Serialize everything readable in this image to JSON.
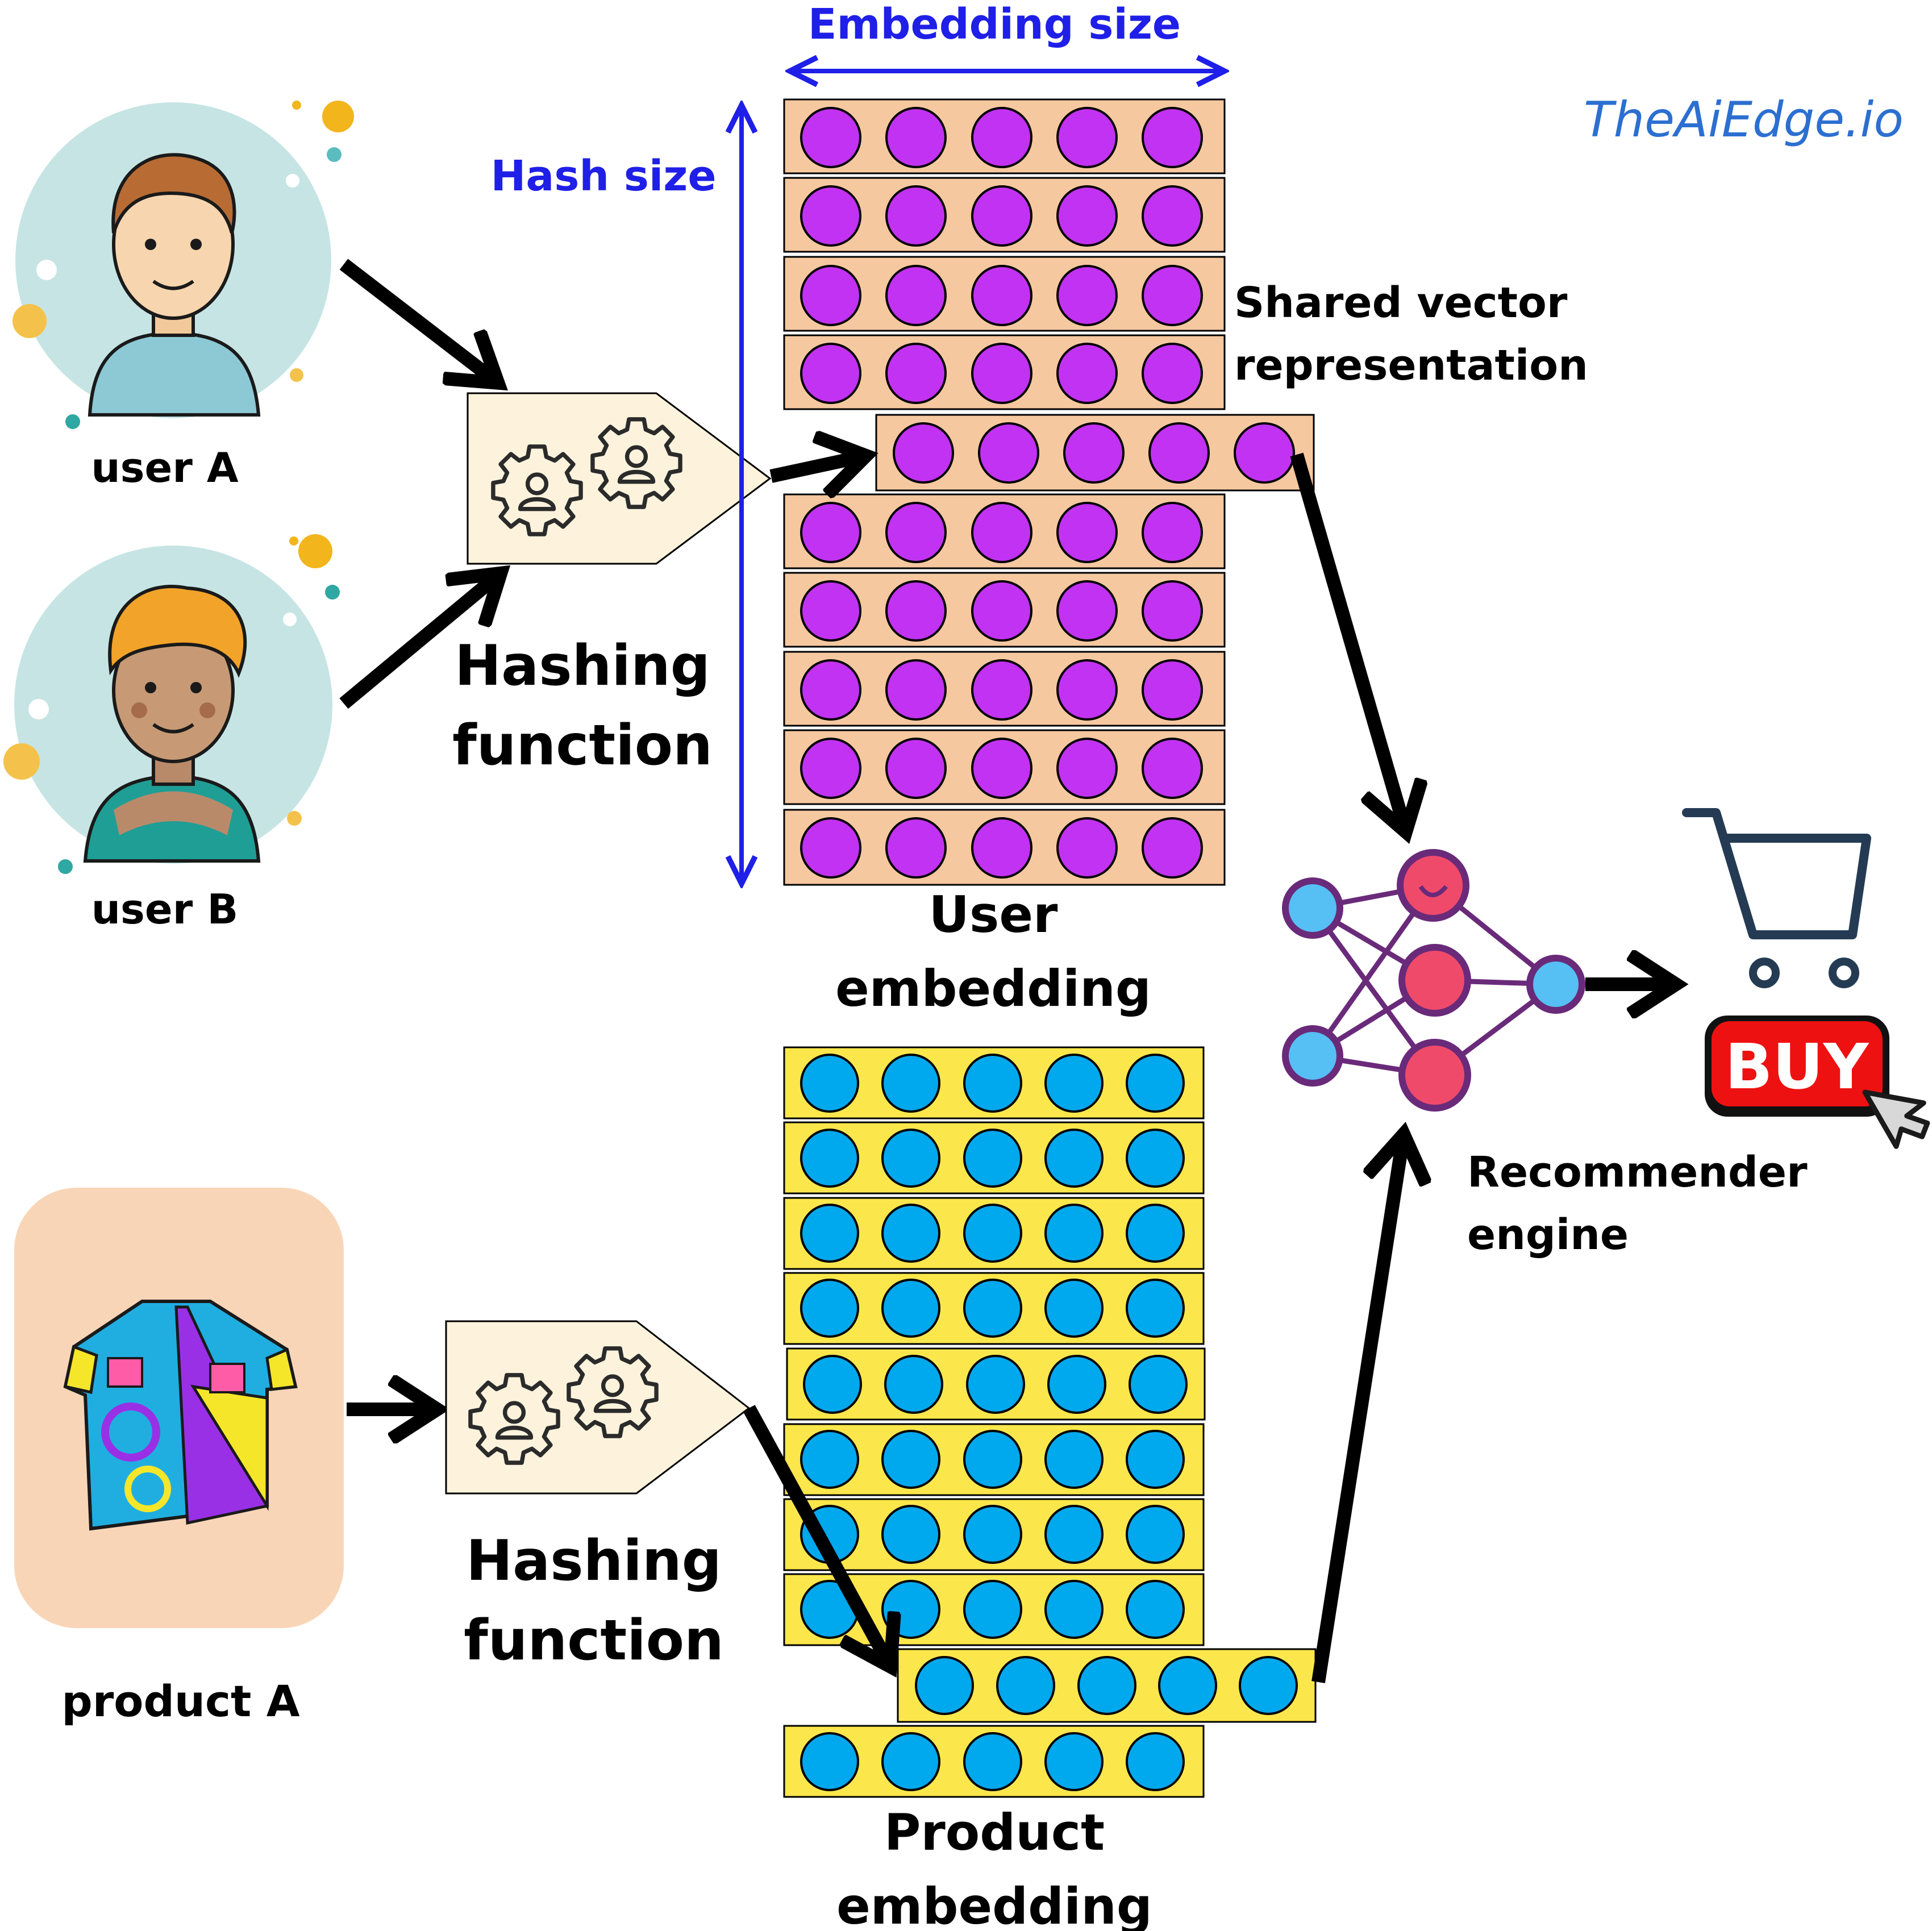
{
  "brand": "TheAiEdge.io",
  "labels": {
    "user_a": "user A",
    "user_b": "user B",
    "product_a": "product A",
    "hashing_function_top_1": "Hashing",
    "hashing_function_top_2": "function",
    "hashing_function_bottom_1": "Hashing",
    "hashing_function_bottom_2": "function",
    "embedding_size": "Embedding size",
    "hash_size": "Hash size",
    "shared_vector_1": "Shared vector",
    "shared_vector_2": "representation",
    "user_embedding_1": "User",
    "user_embedding_2": "embedding",
    "product_embedding_1": "Product",
    "product_embedding_2": "embedding",
    "recommender_1": "Recommender",
    "recommender_2": "engine",
    "buy_button": "BUY"
  },
  "colors": {
    "user_row": "#f6c8a0",
    "user_dot": "#c232f2",
    "product_row": "#fbe74b",
    "product_dot": "#00a8ee",
    "dimension_arrows": "#1f1fe8",
    "brand": "#2c6fd1",
    "buy_button": "#ee1111",
    "cart": "#243b53"
  },
  "icons": {
    "user_a": "man-avatar-icon",
    "user_b": "curly-hair-avatar-icon",
    "product_a": "shirt-icon",
    "hashing": "gears-with-users-icon",
    "recommender": "neural-network-icon",
    "cart": "shopping-cart-icon",
    "cursor": "mouse-pointer-icon"
  }
}
